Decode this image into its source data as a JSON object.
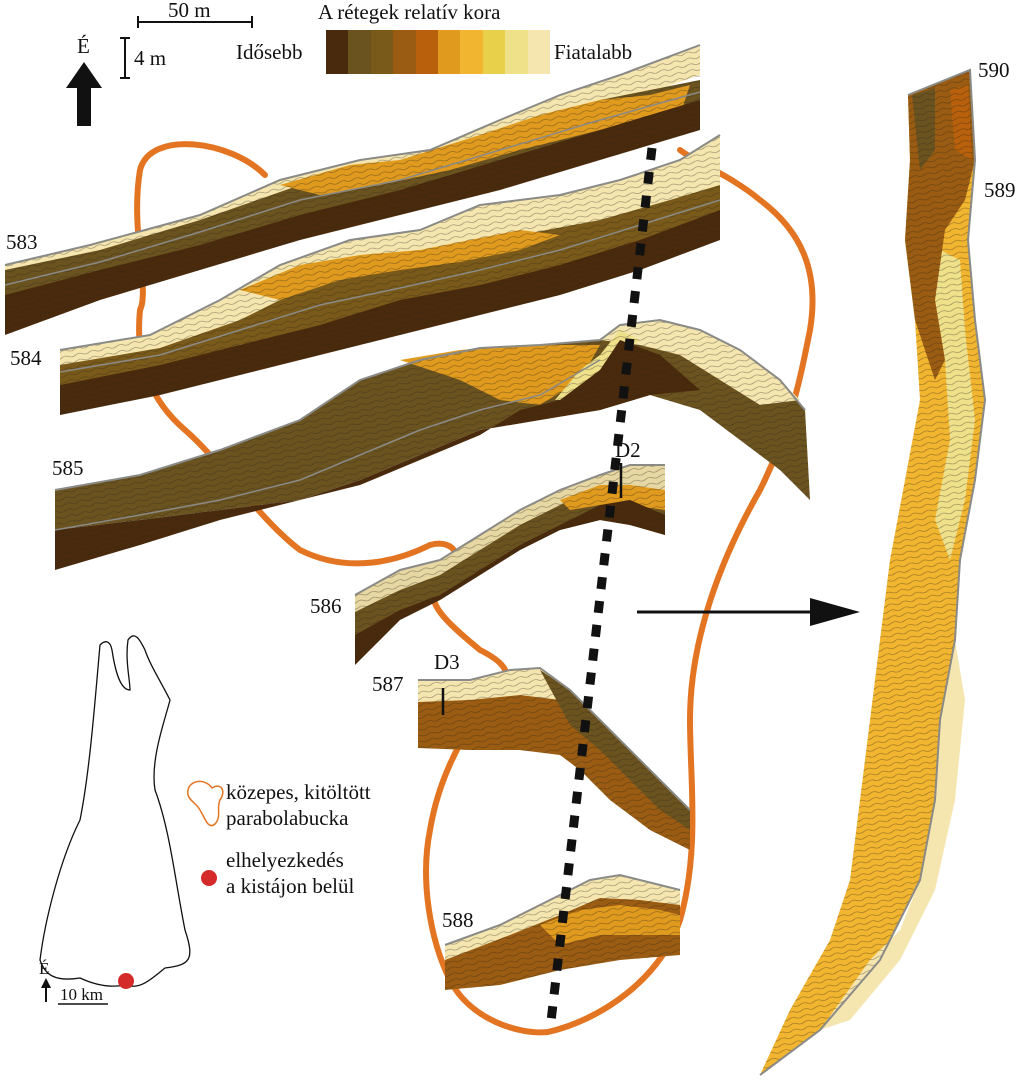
{
  "scale": {
    "horizontal": "50 m",
    "vertical": "4 m",
    "north": "É"
  },
  "legend": {
    "title": "A rétegek relatív kora",
    "older": "Idősebb",
    "younger": "Fiatalabb",
    "colors": [
      "#4a2a0c",
      "#6b5320",
      "#7a5a1a",
      "#9a5c12",
      "#b8600c",
      "#e09a1e",
      "#f2b530",
      "#e9d04a",
      "#efe08a",
      "#f5e6b0"
    ]
  },
  "profiles": [
    "583",
    "584",
    "585",
    "586",
    "587",
    "588",
    "589",
    "590"
  ],
  "drill_points": [
    "D2",
    "D3"
  ],
  "map_legend": {
    "dune": "közepes, kitöltött parabolabucka",
    "dune_line1": "közepes, kitöltött",
    "dune_line2": "parabolabucka",
    "location_line1": "elhelyezkedés",
    "location_line2": "a kistájon belül"
  },
  "inset": {
    "north": "É",
    "scale": "10 km"
  },
  "colors": {
    "outline": "#e37522",
    "location": "#d42a2a",
    "grey_line": "#8a8a86"
  }
}
